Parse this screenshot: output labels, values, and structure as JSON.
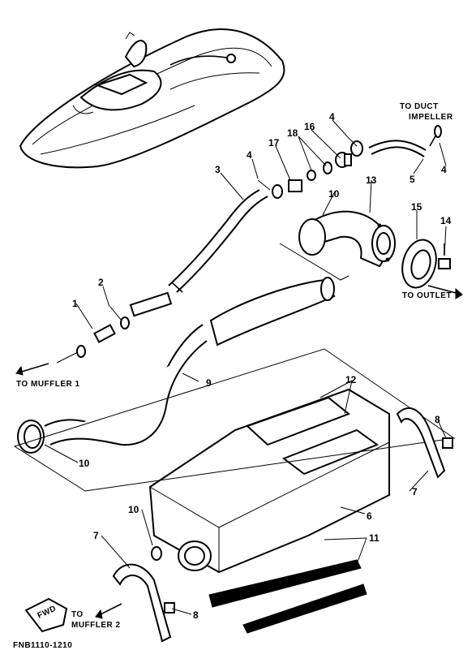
{
  "diagram": {
    "code": "FNB1110-1210",
    "fwd_label": "FWD",
    "labels": {
      "to_duct": "TO DUCT",
      "impeller": "IMPELLER",
      "to_outlet": "TO OUTLET",
      "to_muffler_1": "TO MUFFLER 1",
      "to": "TO",
      "muffler_2": "MUFFLER 2"
    },
    "callouts": {
      "c1": "1",
      "c2": "2",
      "c3": "3",
      "c4a": "4",
      "c4b": "4",
      "c4c": "4",
      "c5": "5",
      "c6": "6",
      "c7a": "7",
      "c7b": "7",
      "c8a": "8",
      "c8b": "8",
      "c9": "9",
      "c10a": "10",
      "c10b": "10",
      "c10c": "10",
      "c11": "11",
      "c12": "12",
      "c13": "13",
      "c14": "14",
      "c15": "15",
      "c16": "16",
      "c17": "17",
      "c18": "18"
    }
  }
}
